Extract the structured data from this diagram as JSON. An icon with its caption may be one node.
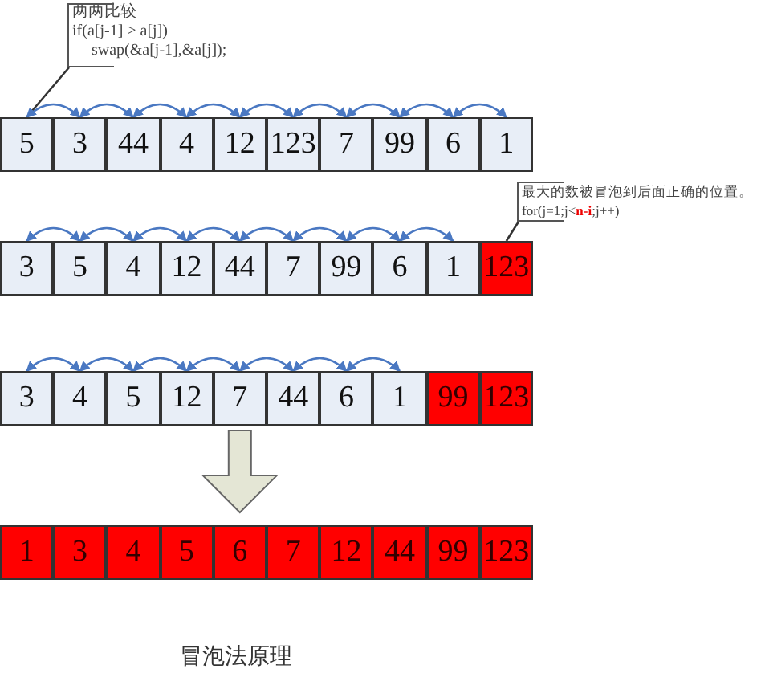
{
  "diagram": {
    "caption": "冒泡法原理",
    "nodes": [
      {
        "text": [
          "两两比较",
          "if(a[j-1] > a[j])",
          "swap(&a[j-1],&a[j]);"
        ]
      },
      {
        "text": [
          "5"
        ]
      },
      {
        "text": [
          "3"
        ]
      },
      {
        "text": [
          "44"
        ]
      },
      {
        "text": [
          "4"
        ]
      },
      {
        "text": [
          "12"
        ]
      },
      {
        "text": [
          "123"
        ]
      },
      {
        "text": [
          "7"
        ]
      },
      {
        "text": [
          "99"
        ]
      },
      {
        "text": [
          "6"
        ]
      },
      {
        "text": [
          "1"
        ]
      },
      {
        "text": [
          "最大的数被冒泡到后面正确的位置。",
          "for(j=1;j<**n-i**;j++)"
        ]
      },
      {
        "text": [
          "3"
        ]
      },
      {
        "text": [
          "5"
        ]
      },
      {
        "text": [
          "4"
        ]
      },
      {
        "text": [
          "12"
        ]
      },
      {
        "text": [
          "44"
        ]
      },
      {
        "text": [
          "7"
        ]
      },
      {
        "text": [
          "99"
        ]
      },
      {
        "text": [
          "6"
        ]
      },
      {
        "text": [
          "1"
        ]
      },
      {
        "text": [
          "123"
        ]
      },
      {
        "text": [
          "3"
        ]
      },
      {
        "text": [
          "4"
        ]
      },
      {
        "text": [
          "5"
        ]
      },
      {
        "text": [
          "12"
        ]
      },
      {
        "text": [
          "7"
        ]
      },
      {
        "text": [
          "44"
        ]
      },
      {
        "text": [
          "6"
        ]
      },
      {
        "text": [
          "1"
        ]
      },
      {
        "text": [
          "99"
        ]
      },
      {
        "text": [
          "123"
        ]
      },
      {
        "text": [
          "1"
        ]
      },
      {
        "text": [
          "3"
        ]
      },
      {
        "text": [
          "4"
        ]
      },
      {
        "text": [
          "5"
        ]
      },
      {
        "text": [
          "6"
        ]
      },
      {
        "text": [
          "7"
        ]
      },
      {
        "text": [
          "12"
        ]
      },
      {
        "text": [
          "44"
        ]
      },
      {
        "text": [
          "99"
        ]
      },
      {
        "text": [
          "123"
        ]
      }
    ],
    "edges": [
      {
        "from": 0,
        "to": 1,
        "arrow": "none",
        "color": "#333333"
      },
      {
        "from": 1,
        "to": 2,
        "arrow": "both"
      },
      {
        "from": 2,
        "to": 3,
        "arrow": "both"
      },
      {
        "from": 3,
        "to": 4,
        "arrow": "both"
      },
      {
        "from": 4,
        "to": 5,
        "arrow": "both"
      },
      {
        "from": 5,
        "to": 6,
        "arrow": "both"
      },
      {
        "from": 6,
        "to": 7,
        "arrow": "both"
      },
      {
        "from": 7,
        "to": 8,
        "arrow": "both"
      },
      {
        "from": 8,
        "to": 9,
        "arrow": "both"
      },
      {
        "from": 9,
        "to": 10,
        "arrow": "both"
      },
      {
        "from": 11,
        "to": 21,
        "arrow": "none",
        "color": "#333333"
      },
      {
        "from": 12,
        "to": 13,
        "arrow": "both"
      },
      {
        "from": 13,
        "to": 14,
        "arrow": "both"
      },
      {
        "from": 14,
        "to": 15,
        "arrow": "both"
      },
      {
        "from": 15,
        "to": 16,
        "arrow": "both"
      },
      {
        "from": 16,
        "to": 17,
        "arrow": "both"
      },
      {
        "from": 17,
        "to": 18,
        "arrow": "both"
      },
      {
        "from": 18,
        "to": 19,
        "arrow": "both"
      },
      {
        "from": 19,
        "to": 20,
        "arrow": "both"
      },
      {
        "from": 22,
        "to": 23,
        "arrow": "both"
      },
      {
        "from": 23,
        "to": 24,
        "arrow": "both"
      },
      {
        "from": 24,
        "to": 25,
        "arrow": "both"
      },
      {
        "from": 25,
        "to": 26,
        "arrow": "both"
      },
      {
        "from": 26,
        "to": 27,
        "arrow": "both"
      },
      {
        "from": 27,
        "to": 28,
        "arrow": "both"
      },
      {
        "from": 28,
        "to": 29,
        "arrow": "both"
      },
      {
        "from": 26,
        "to": 36,
        "arrow": "to",
        "style": "thick"
      }
    ]
  }
}
